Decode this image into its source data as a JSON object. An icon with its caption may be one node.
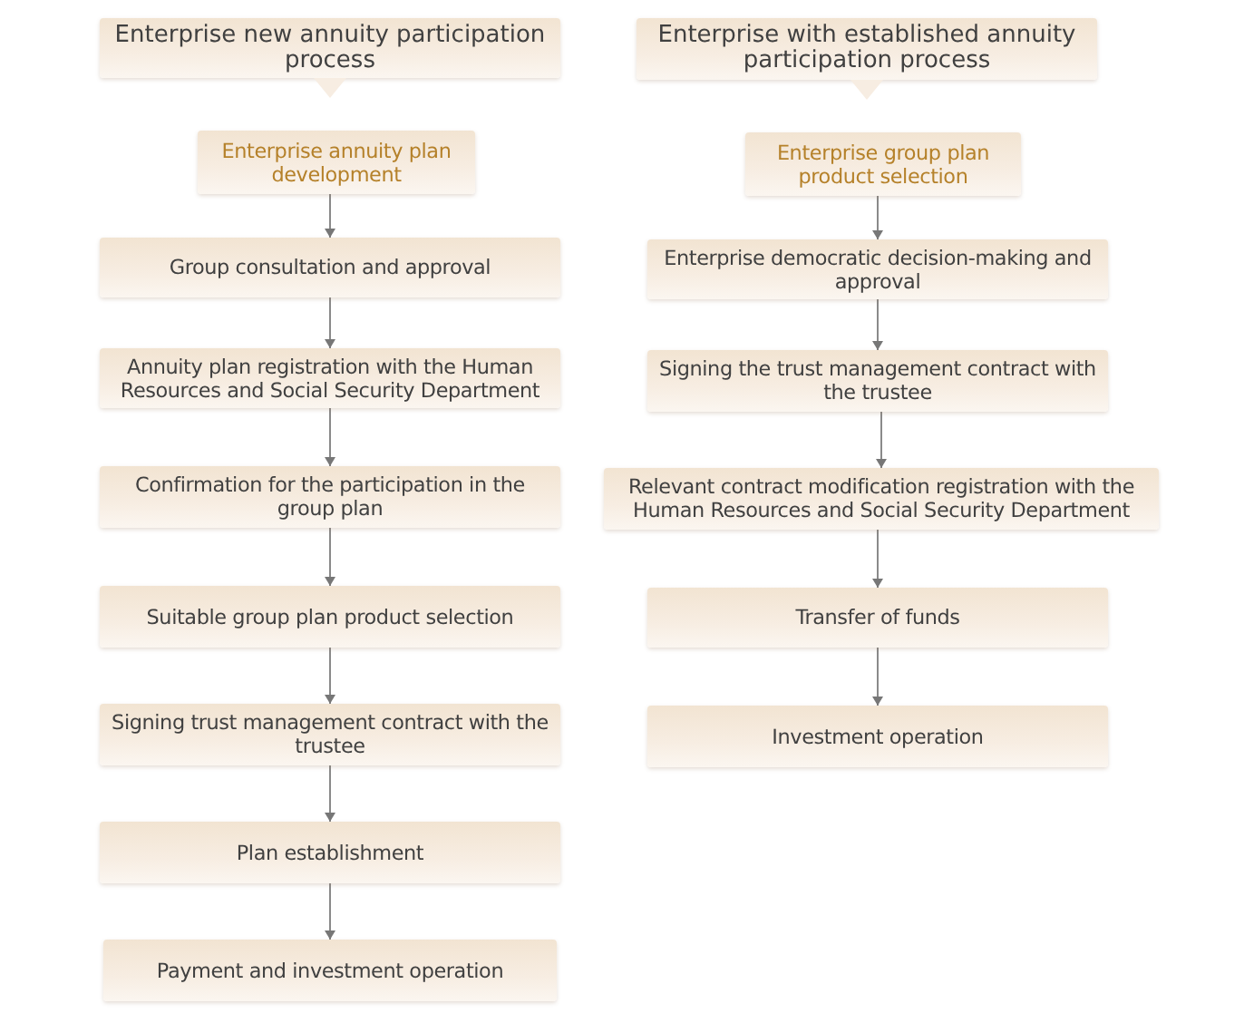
{
  "diagram": {
    "nodes": [
      {
        "text": [
          "Enterprise new annuity participation process"
        ]
      },
      {
        "text": [
          "Enterprise annuity plan development"
        ]
      },
      {
        "text": [
          "Group consultation and approval"
        ]
      },
      {
        "text": [
          "Annuity plan registration with the Human Resources and Social Security Department"
        ]
      },
      {
        "text": [
          "Confirmation for the participation in the group plan"
        ]
      },
      {
        "text": [
          "Suitable group plan product selection"
        ]
      },
      {
        "text": [
          "Signing trust management contract with the trustee"
        ]
      },
      {
        "text": [
          "Plan establishment"
        ]
      },
      {
        "text": [
          "Payment and investment operation"
        ]
      },
      {
        "text": [
          "Enterprise with established annuity participation process"
        ]
      },
      {
        "text": [
          "Enterprise group plan product selection"
        ]
      },
      {
        "text": [
          "Enterprise democratic decision-making and approval"
        ]
      },
      {
        "text": [
          "Signing the trust management contract with the trustee"
        ]
      },
      {
        "text": [
          "Relevant contract modification registration with the Human Resources and Social Security Department"
        ]
      },
      {
        "text": [
          "Transfer of funds"
        ]
      },
      {
        "text": [
          "Investment operation"
        ]
      }
    ],
    "edges": [
      {
        "from": 1,
        "to": 2,
        "arrow": "to"
      },
      {
        "from": 2,
        "to": 3,
        "arrow": "to"
      },
      {
        "from": 3,
        "to": 4,
        "arrow": "to"
      },
      {
        "from": 4,
        "to": 5,
        "arrow": "to"
      },
      {
        "from": 5,
        "to": 6,
        "arrow": "to"
      },
      {
        "from": 6,
        "to": 7,
        "arrow": "to"
      },
      {
        "from": 7,
        "to": 8,
        "arrow": "to"
      },
      {
        "from": 10,
        "to": 11,
        "arrow": "to"
      },
      {
        "from": 11,
        "to": 12,
        "arrow": "to"
      },
      {
        "from": 12,
        "to": 13,
        "arrow": "to"
      },
      {
        "from": 13,
        "to": 14,
        "arrow": "to"
      },
      {
        "from": 14,
        "to": 15,
        "arrow": "to"
      }
    ]
  }
}
